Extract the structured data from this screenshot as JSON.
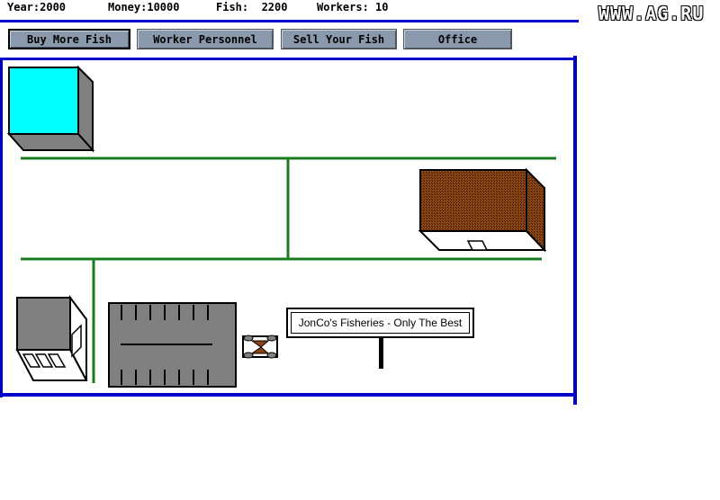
{
  "status": {
    "year": "Year:2000",
    "money": "Money:10000",
    "fish": "Fish:  2200",
    "workers": "Workers: 10"
  },
  "watermark": "WWW.AG.RU",
  "menu": {
    "buy_fish": "Buy More Fish",
    "worker_personnel": "Worker Personnel",
    "sell_fish": "Sell Your Fish",
    "office": "Office"
  },
  "sign": {
    "text": "JonCo's Fisheries - Only The Best"
  },
  "colors": {
    "frame": "#0000c8",
    "road": "#1e7a1e",
    "pond": "#00ffff",
    "warehouse_roof": "#8b4513",
    "concrete": "#808080"
  }
}
